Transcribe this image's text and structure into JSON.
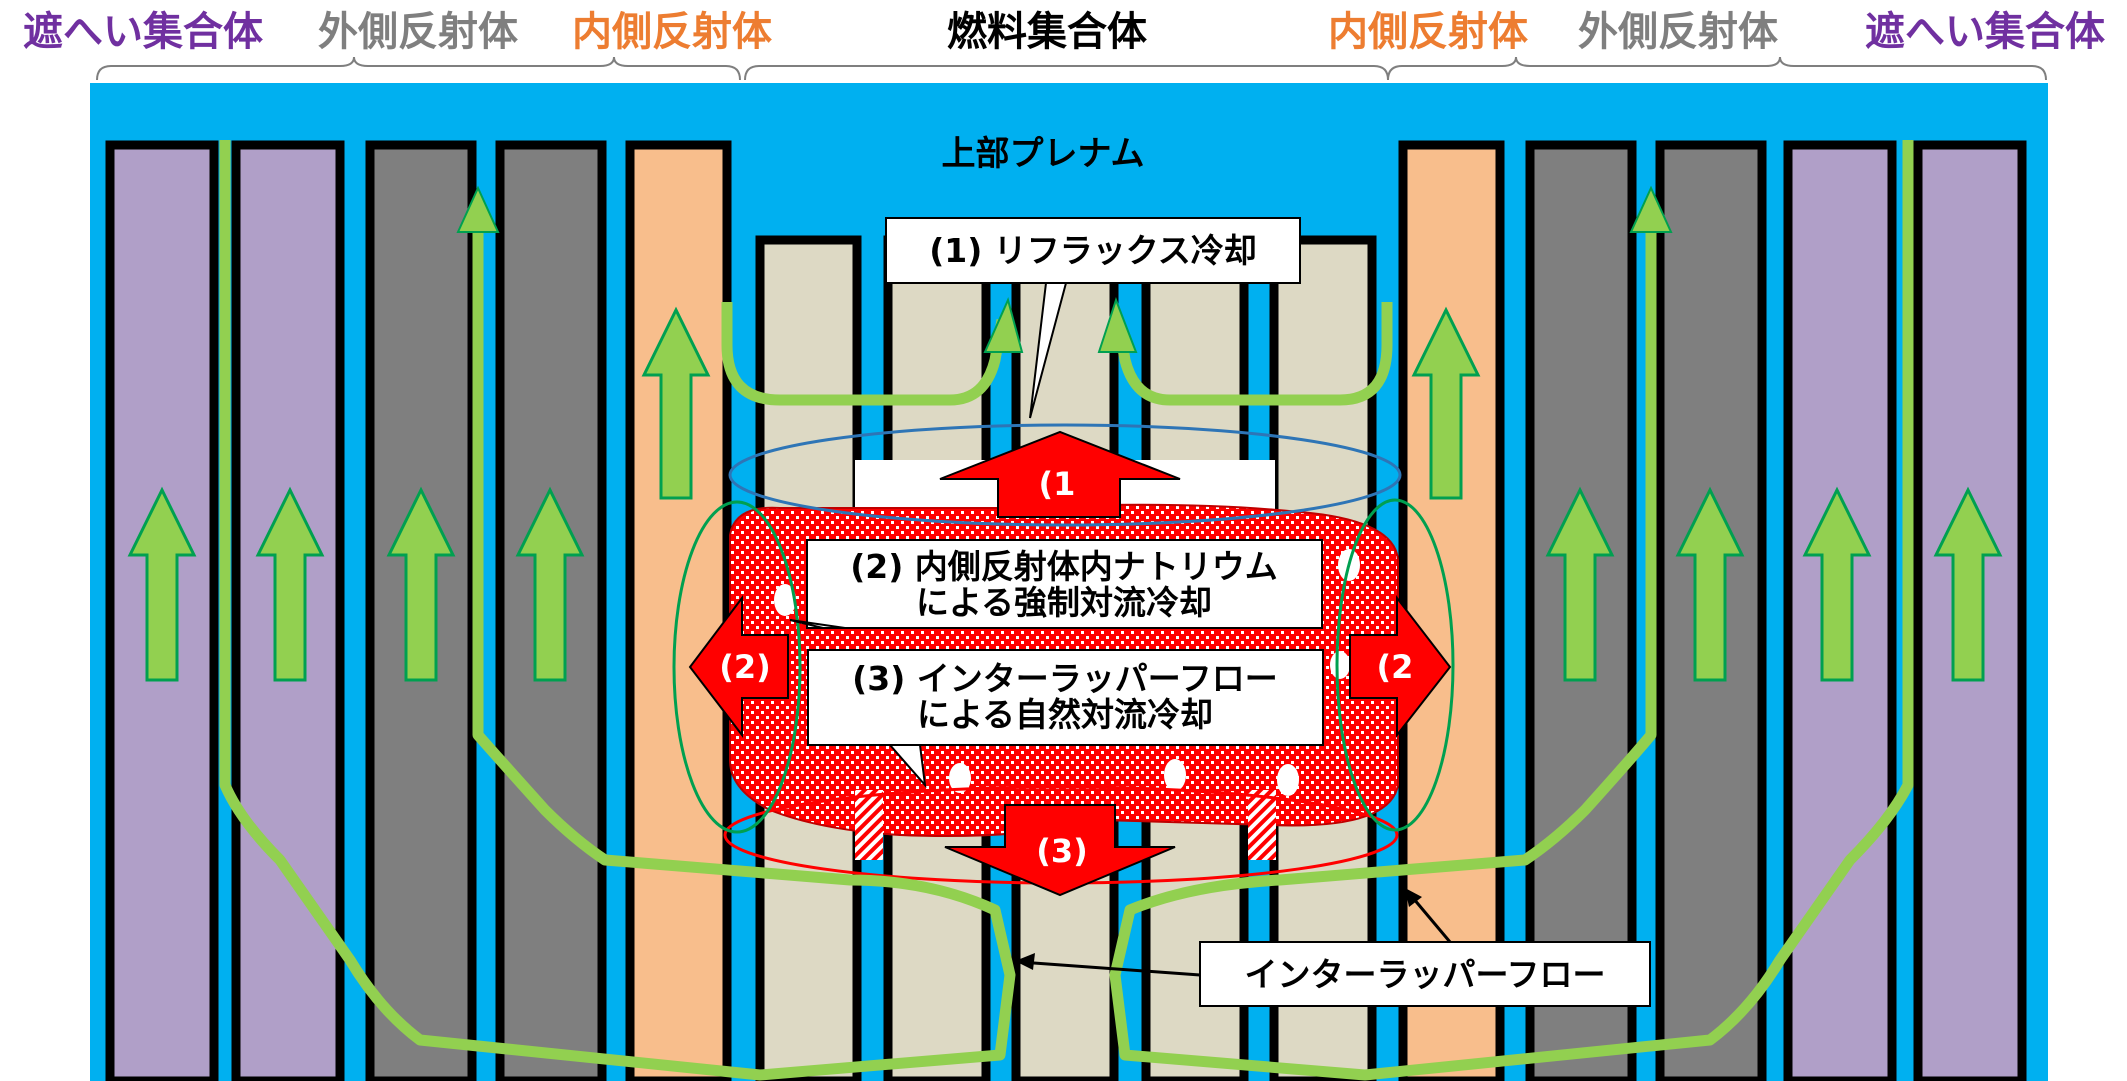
{
  "header": {
    "shield_left": "遮へい集合体",
    "outer_reflector_left": "外側反射体",
    "inner_reflector_left": "内側反射体",
    "fuel": "燃料集合体",
    "inner_reflector_right": "内側反射体",
    "outer_reflector_right": "外側反射体",
    "shield_right": "遮へい集合体"
  },
  "plenum_label": "上部プレナム",
  "callouts": {
    "reflux": "(1) リフラックス冷却",
    "forced_line1": "(2) 内側反射体内ナトリウム",
    "forced_line2": "による強制対流冷却",
    "natural_line1": "(3) インターラッパーフロー",
    "natural_line2": "による自然対流冷却",
    "interwrapper": "インターラッパーフロー"
  },
  "arrow_labels": {
    "up": "(1",
    "left": "(2)",
    "right": "(2",
    "down": "(3)"
  },
  "colors": {
    "sodium": "#00b0f0",
    "shield": "#b09fc8",
    "outer_reflector": "#7f7f7f",
    "inner_reflector": "#f8be8c",
    "fuel": "#ddd9c4",
    "flow": "#92d050",
    "flow_dark": "#00a050",
    "debris": "#ff0000",
    "shield_text": "#7030a0",
    "outer_text": "#7f7f7f",
    "inner_text": "#ed7d31"
  }
}
